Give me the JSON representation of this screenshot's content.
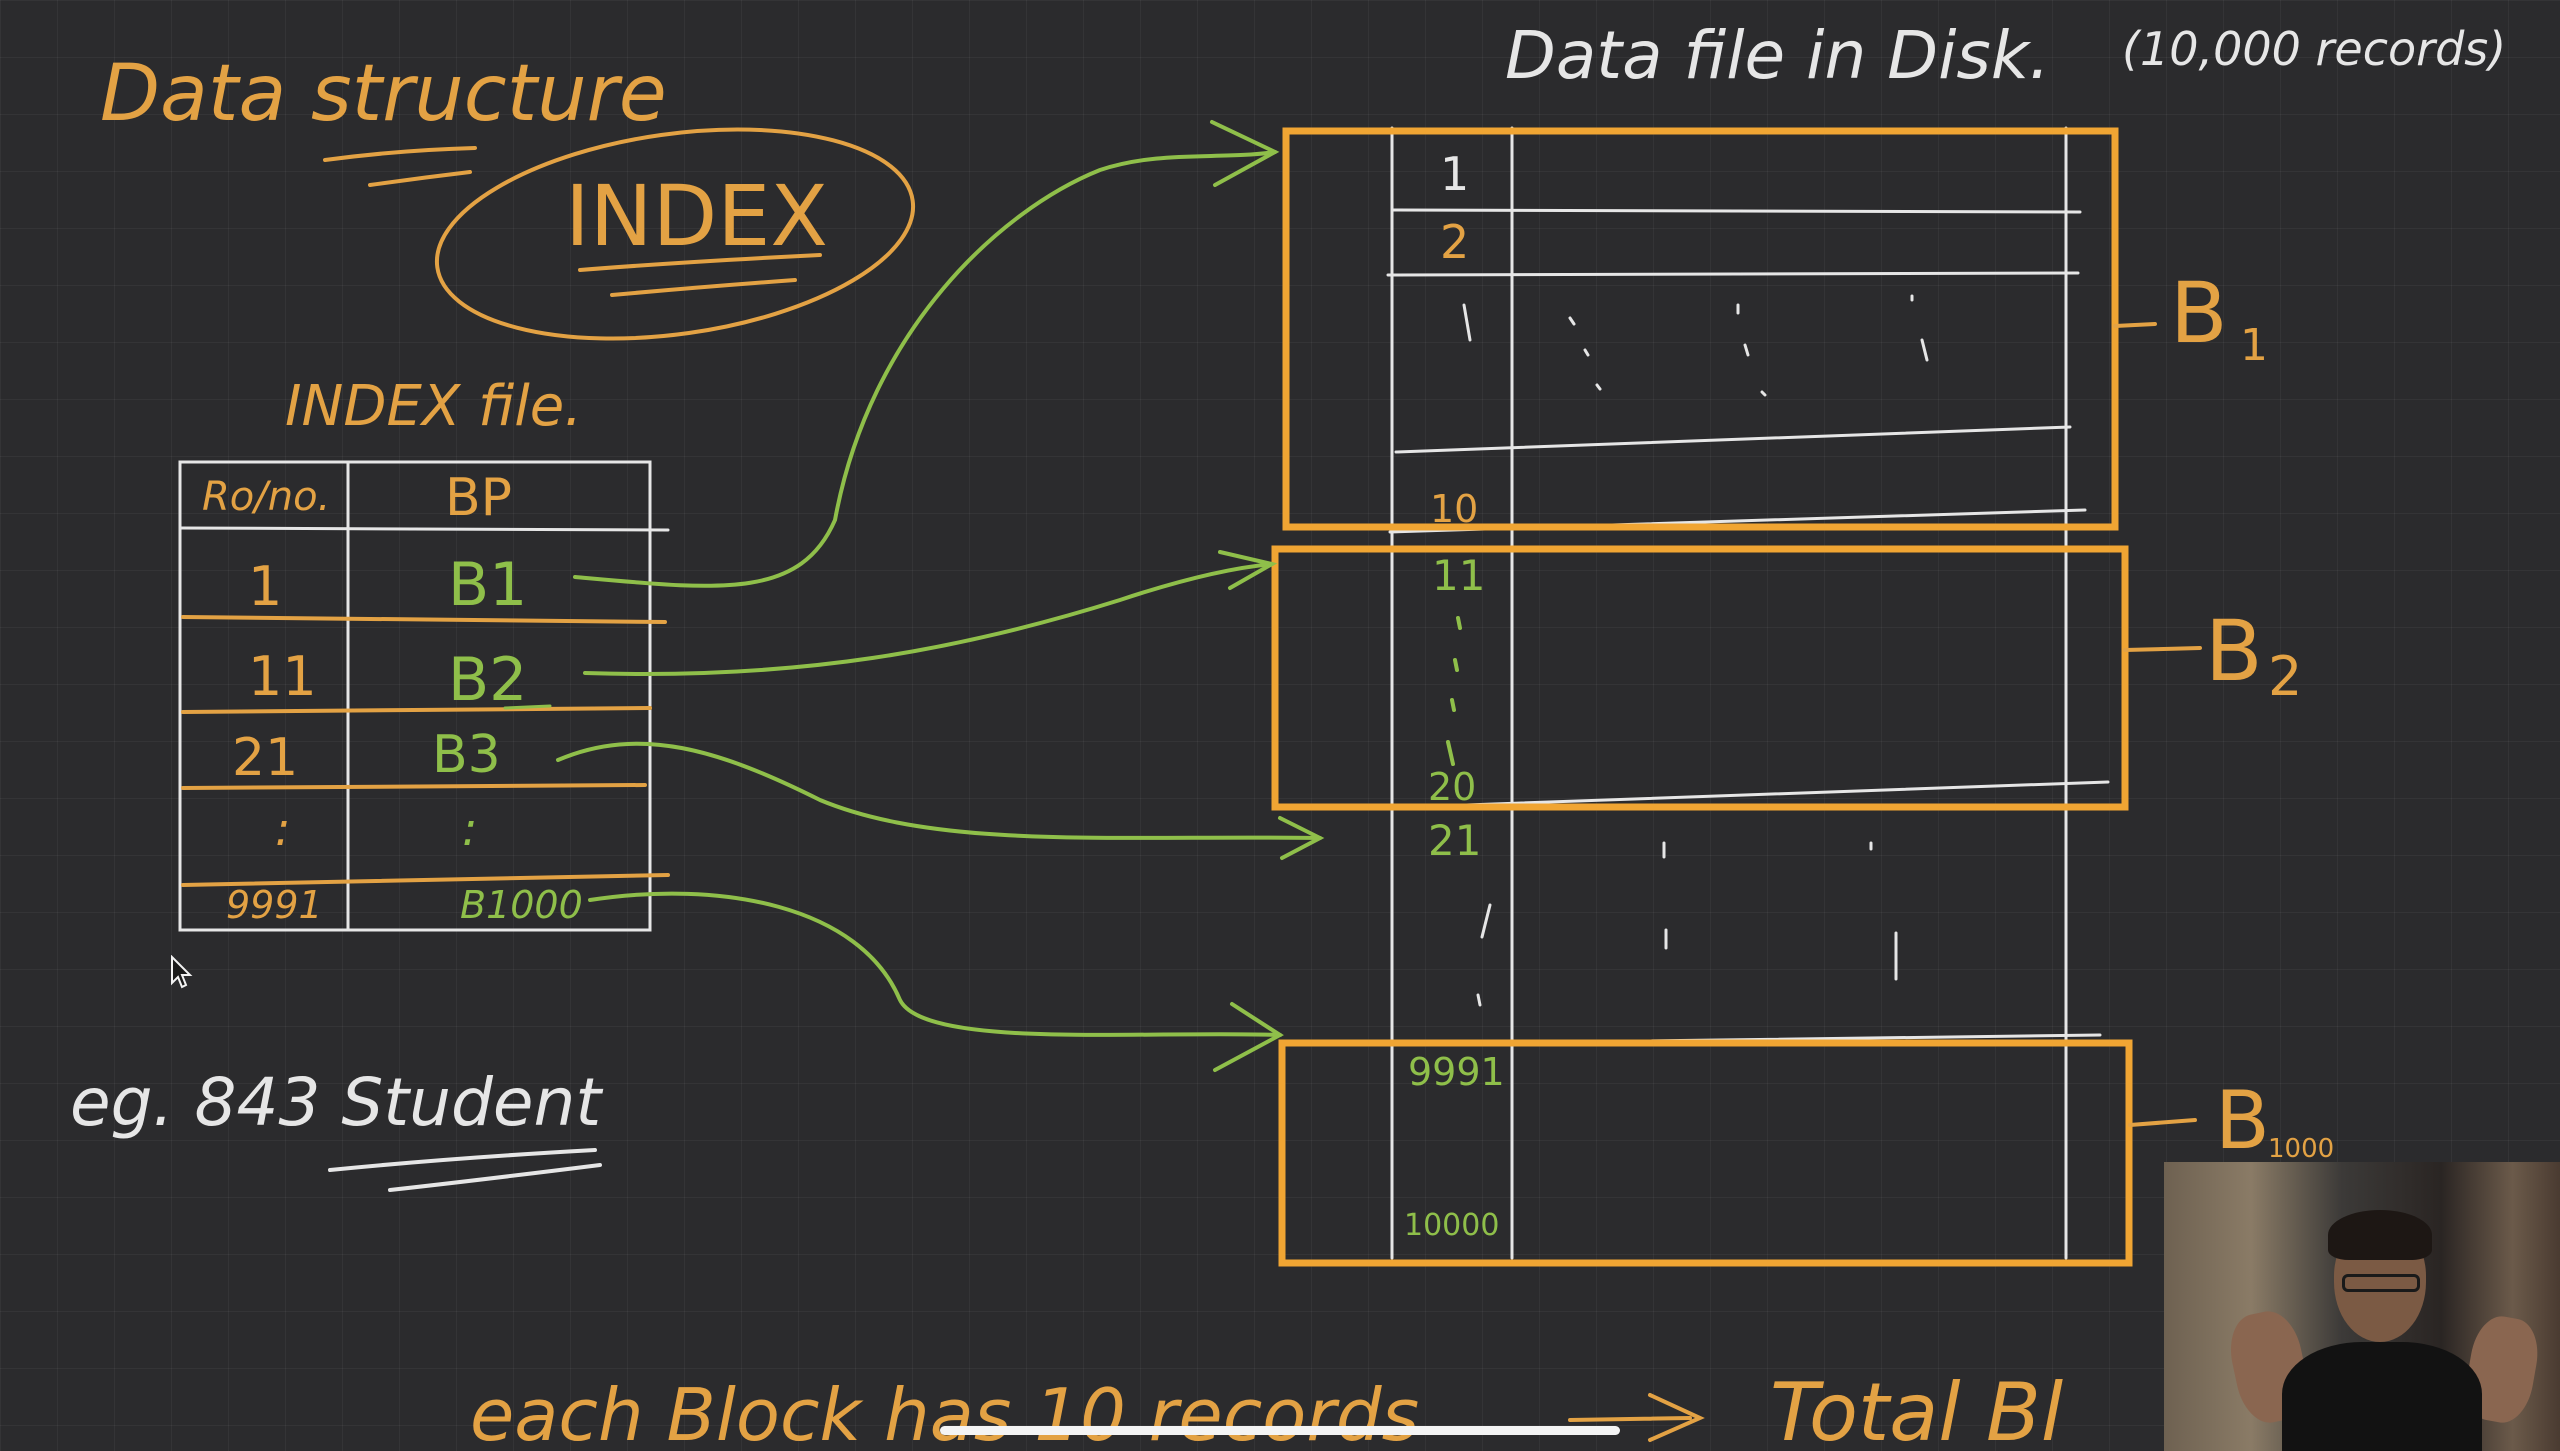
{
  "board": {
    "heading": "Data structure",
    "index_word": "INDEX",
    "index_file_label": "INDEX file.",
    "data_file_title": "Data file  in Disk.",
    "data_file_note": "(10,000 records)",
    "example": "eg.   843  Student",
    "bottom_note": "each Block has 10 records",
    "total_text": "Total   Bl"
  },
  "index_table": {
    "headers": [
      "Ro/no.",
      "BP"
    ],
    "rows": [
      {
        "roll": "1",
        "bp": "B1"
      },
      {
        "roll": "11",
        "bp": "B2"
      },
      {
        "roll": "21",
        "bp": "B3"
      },
      {
        "roll": ":",
        "bp": ":"
      },
      {
        "roll": "9991",
        "bp": "B1000"
      }
    ]
  },
  "data_file": {
    "record_numbers": [
      "1",
      "2",
      "10",
      "11",
      "20",
      "21",
      "9991",
      "10000"
    ],
    "block_labels": [
      {
        "letter": "B",
        "sub": "1"
      },
      {
        "letter": "B",
        "sub": "2"
      },
      {
        "letter": "B",
        "sub": "1000"
      }
    ]
  },
  "colors": {
    "background": "#2b2b2d",
    "orange_ink": "#e3a244",
    "block_border": "#f0a533",
    "white_ink": "#e6e6e6",
    "green_ink": "#8fbf4a"
  }
}
